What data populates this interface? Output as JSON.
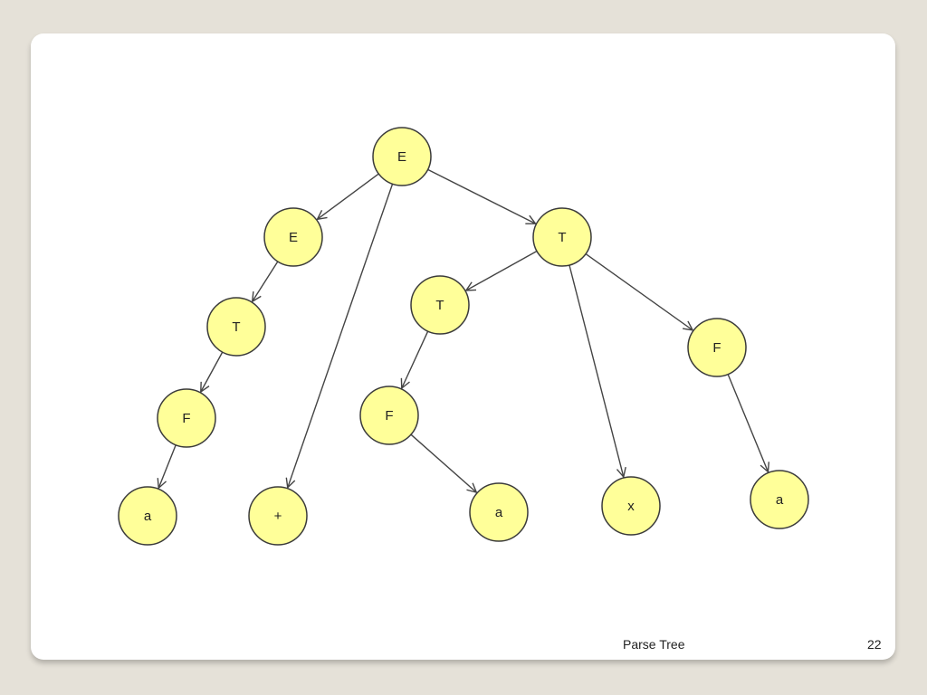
{
  "footer": {
    "title": "Parse Tree",
    "page_number": "22"
  },
  "tree": {
    "nodes": [
      {
        "id": "n0",
        "label": "E"
      },
      {
        "id": "n1",
        "label": "E"
      },
      {
        "id": "n2",
        "label": "T"
      },
      {
        "id": "n3",
        "label": "T"
      },
      {
        "id": "n4",
        "label": "T"
      },
      {
        "id": "n5",
        "label": "F"
      },
      {
        "id": "n6",
        "label": "F"
      },
      {
        "id": "n7",
        "label": "F"
      },
      {
        "id": "n8",
        "label": "a"
      },
      {
        "id": "n9",
        "label": "+"
      },
      {
        "id": "n10",
        "label": "a"
      },
      {
        "id": "n11",
        "label": "x"
      },
      {
        "id": "n12",
        "label": "a"
      }
    ],
    "edges": [
      {
        "from": "n0",
        "to": "n1"
      },
      {
        "from": "n0",
        "to": "n9"
      },
      {
        "from": "n0",
        "to": "n2"
      },
      {
        "from": "n1",
        "to": "n4"
      },
      {
        "from": "n4",
        "to": "n7"
      },
      {
        "from": "n7",
        "to": "n8"
      },
      {
        "from": "n2",
        "to": "n3"
      },
      {
        "from": "n2",
        "to": "n11"
      },
      {
        "from": "n2",
        "to": "n5"
      },
      {
        "from": "n3",
        "to": "n6"
      },
      {
        "from": "n6",
        "to": "n10"
      },
      {
        "from": "n5",
        "to": "n12"
      }
    ]
  }
}
